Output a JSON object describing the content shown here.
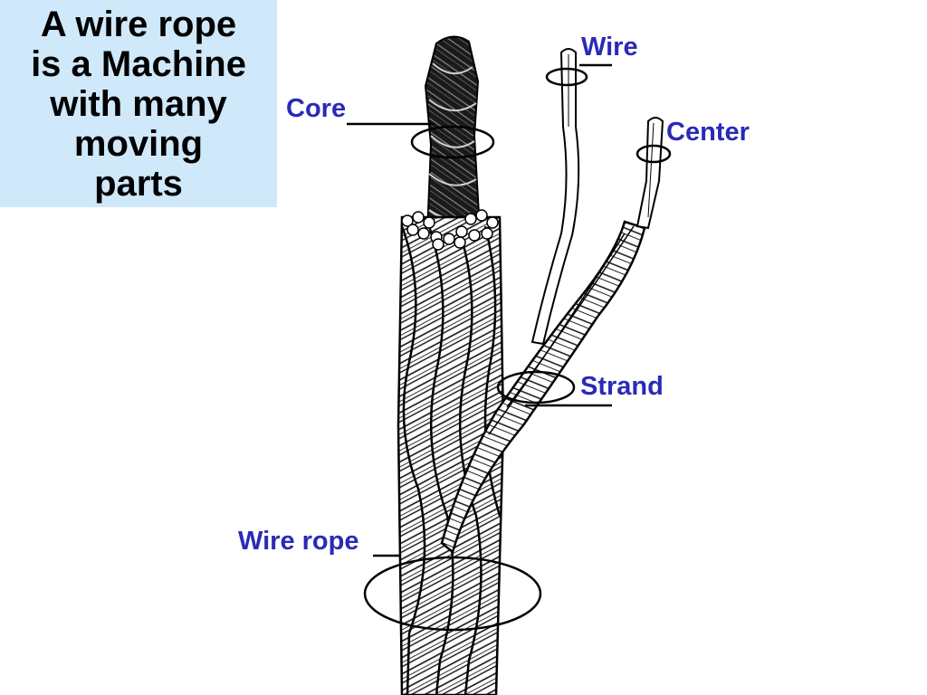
{
  "title": "A wire rope\nis a Machine\nwith many\nmoving\nparts",
  "labels": {
    "core": "Core",
    "wire": "Wire",
    "center": "Center",
    "strand": "Strand",
    "wire_rope": "Wire rope"
  },
  "colors": {
    "title_background": "#cfe9fb",
    "label_text": "#2a2ab8",
    "illustration_ink": "#111111"
  }
}
